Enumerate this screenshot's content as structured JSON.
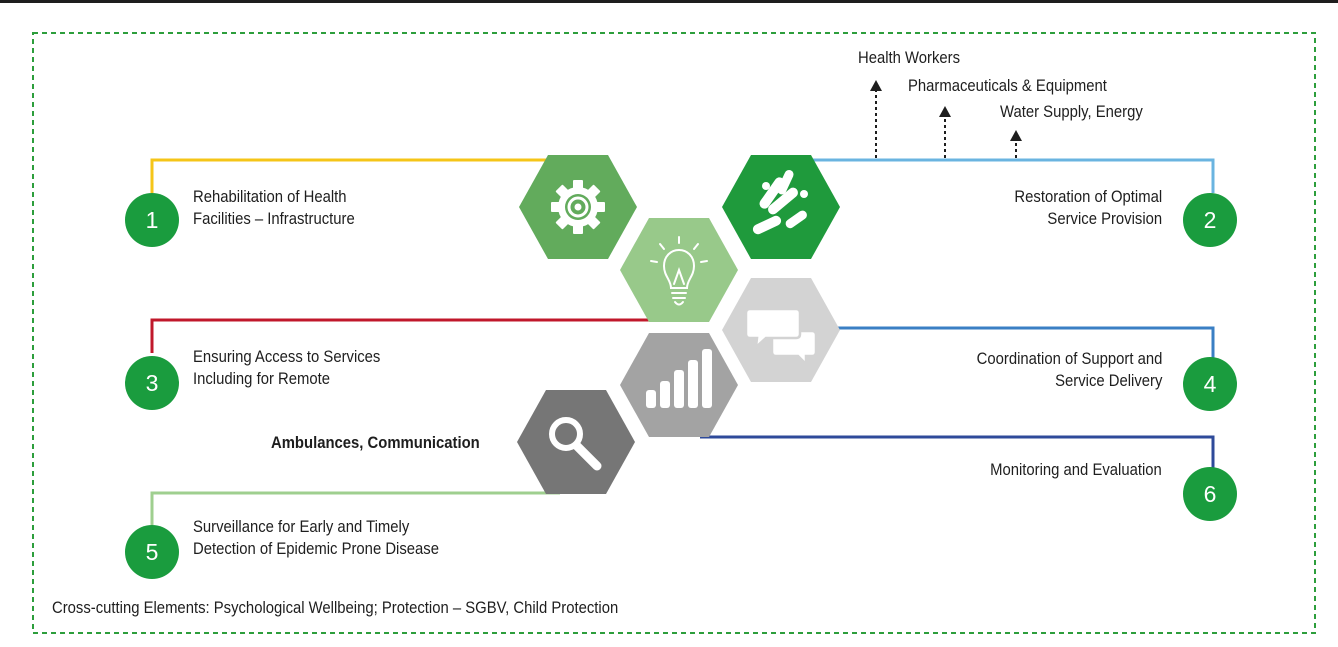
{
  "colors": {
    "green": "#1a9c3e",
    "yellow": "#f5c518",
    "light_blue": "#6ab4e0",
    "red": "#c0182b",
    "blue": "#3a7fc4",
    "navy": "#2e4a9a",
    "light_green": "#9fcf8f",
    "dashed_border": "#2d9e3c",
    "hex_gear": "#62ab5c",
    "hex_pills": "#1f9a3c",
    "hex_bulb": "#98c98a",
    "hex_chat": "#d3d3d3",
    "hex_chart": "#a3a3a3",
    "hex_search": "#767676"
  },
  "items": [
    {
      "number": "1",
      "line1": "Rehabilitation of Health",
      "line2": "Facilities – Infrastructure"
    },
    {
      "number": "2",
      "line1": "Restoration of Optimal",
      "line2": "Service Provision"
    },
    {
      "number": "3",
      "line1": "Ensuring Access to Services",
      "line2": "Including for Remote"
    },
    {
      "number": "4",
      "line1": "Coordination of Support and",
      "line2": "Service Delivery"
    },
    {
      "number": "5",
      "line1": "Surveillance for Early and Timely",
      "line2": "Detection of Epidemic Prone Disease"
    },
    {
      "number": "6",
      "line1": "Monitoring and Evaluation"
    }
  ],
  "branches": [
    "Health Workers",
    "Pharmaceuticals & Equipment",
    "Water Supply, Energy"
  ],
  "ambulance_label": "Ambulances, Communication",
  "footer": "Cross-cutting Elements: Psychological Wellbeing; Protection – SGBV, Child Protection",
  "icons": [
    "gear-icon",
    "pills-icon",
    "lightbulb-icon",
    "chat-icon",
    "bar-chart-icon",
    "search-icon"
  ]
}
